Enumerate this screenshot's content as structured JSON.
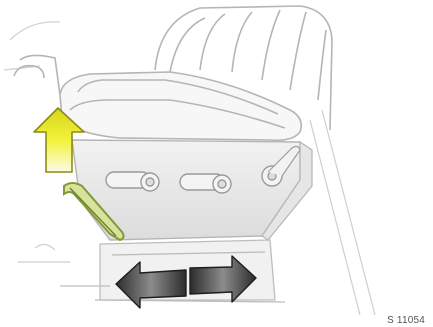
{
  "figure": {
    "reference_code": "S 11054",
    "subject": "seat-adjustment-illustration",
    "arrows": [
      {
        "name": "lift-arrow",
        "direction": "up",
        "color": "#f2f23a"
      },
      {
        "name": "fore-aft-arrow",
        "direction": "left-right",
        "color": "#3a3a3a"
      }
    ],
    "colors": {
      "line": "#b5b5b5",
      "line_dark": "#8e8e8e",
      "shade": "#ececec",
      "lever": "#7f9a3a"
    }
  }
}
